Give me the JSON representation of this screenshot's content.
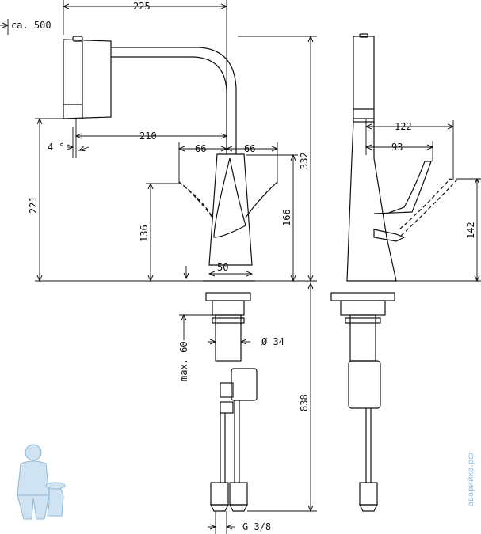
{
  "labels": {
    "d225": "225",
    "ca500": "ca. 500",
    "d210": "210",
    "angle": "4 °",
    "d66_left": "66",
    "d66_right": "66",
    "d221": "221",
    "d136": "136",
    "d166": "166",
    "d332": "332",
    "d50": "50",
    "max60": "max. 60",
    "dia34": "Ø 34",
    "d838": "838",
    "g38": "G 3/8",
    "d122": "122",
    "d93": "93",
    "d142": "142"
  },
  "watermark": {
    "text": "аварийка.рф",
    "color": "#8fb8d8"
  },
  "icons": {
    "plumber": "plumber-mascot-icon"
  }
}
